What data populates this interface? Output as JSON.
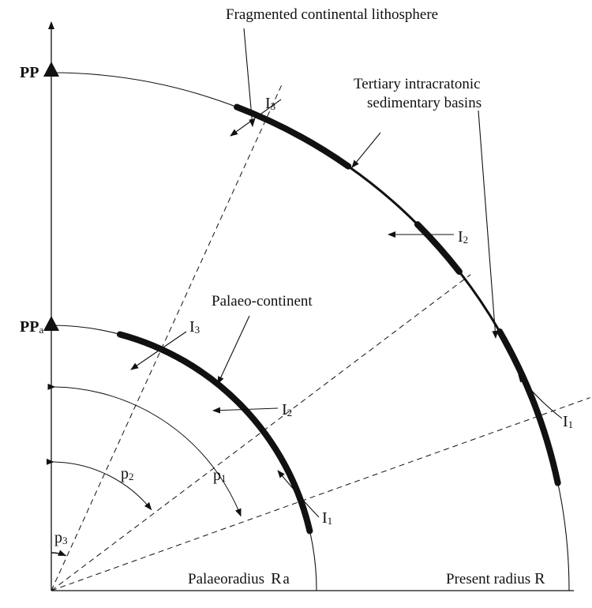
{
  "title_labels": {
    "fragmented": "Fragmented continental lithosphere",
    "tertiary_line1": "Tertiary intracratonic",
    "tertiary_line2": "sedimentary basins",
    "palaeo_continent": "Palaeo-continent"
  },
  "poles": {
    "present": "PP",
    "palaeo": "PP",
    "palaeo_sub": "a"
  },
  "outer_markers": {
    "i3": "I",
    "i3_sub": "3",
    "i2": "I",
    "i2_sub": "2",
    "i1": "I",
    "i1_sub": "1"
  },
  "inner_markers": {
    "i3": "I",
    "i3_sub": "3",
    "i2": "I",
    "i2_sub": "2",
    "i1": "I",
    "i1_sub": "1"
  },
  "angles": {
    "p1": "p",
    "p1_sub": "1",
    "p2": "p",
    "p2_sub": "2",
    "p3": "p",
    "p3_sub": "3"
  },
  "radii": {
    "palaeo": "Palaeoradius",
    "palaeo_symbol": "R",
    "palaeo_sub": "a",
    "present": "Present radius",
    "present_symbol": "R"
  },
  "colors": {
    "ink": "#111111",
    "background": "#ffffff"
  }
}
